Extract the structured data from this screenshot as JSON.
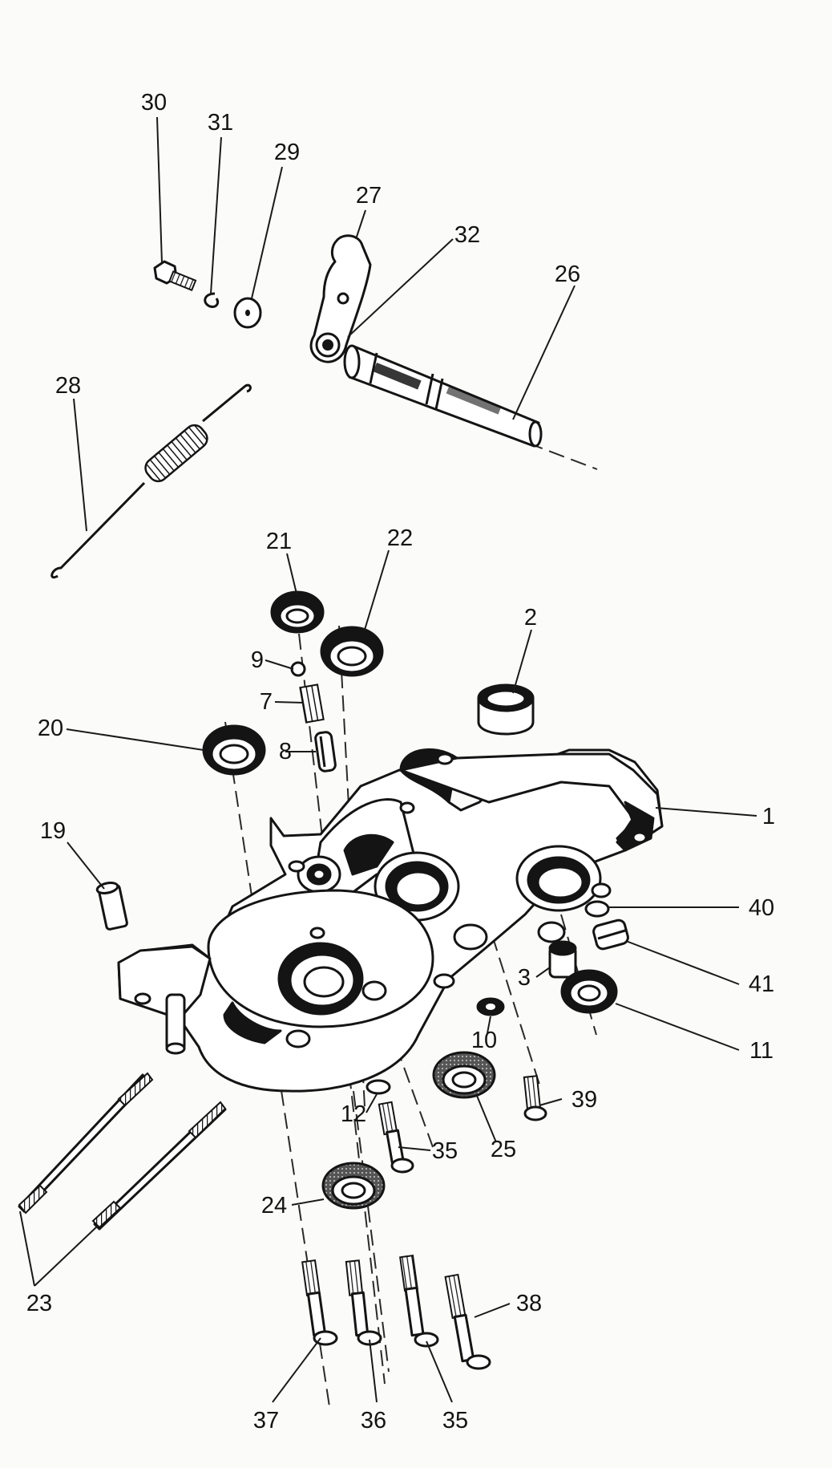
{
  "labels": {
    "p1": "1",
    "p2": "2",
    "p3": "3",
    "p7": "7",
    "p8": "8",
    "p9": "9",
    "p10": "10",
    "p11": "11",
    "p12": "12",
    "p19": "19",
    "p20": "20",
    "p21": "21",
    "p22": "22",
    "p23": "23",
    "p24": "24",
    "p25": "25",
    "p26": "26",
    "p27": "27",
    "p28": "28",
    "p29": "29",
    "p30": "30",
    "p31": "31",
    "p32": "32",
    "p35a": "35",
    "p35b": "35",
    "p36": "36",
    "p37": "37",
    "p38": "38",
    "p39": "39",
    "p40": "40",
    "p41": "41"
  },
  "colors": {
    "ink": "#141414",
    "paper": "#fbfbf9"
  }
}
